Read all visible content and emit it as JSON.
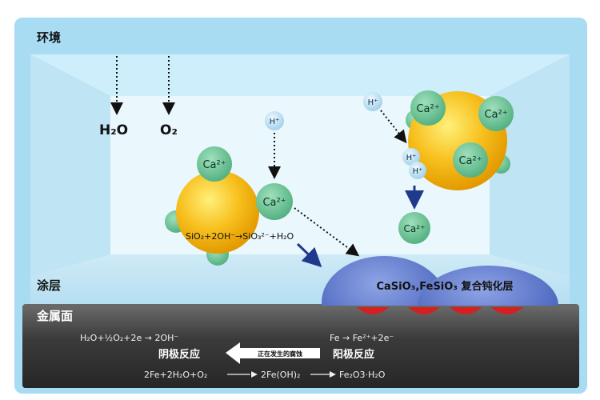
{
  "zones": {
    "environment": "环境",
    "coating": "涂层",
    "metal": "金属面"
  },
  "molecules": {
    "h2o": "H₂O",
    "o2": "O₂"
  },
  "ions": {
    "h_plus": "H⁺",
    "ca2_plus": "Ca²⁺"
  },
  "reactions": {
    "silica": "SiO₂+2OH⁻→SiO₃²⁻+H₂O",
    "passivation_layer": "CaSiO₃,FeSiO₃ 复合钝化层",
    "cathodic_eq": "H₂O+½O₂+2e → 2OH⁻",
    "cathodic_label": "阴极反应",
    "anodic_eq": "Fe → Fe²⁺+2e⁻",
    "anodic_label": "阳极反应",
    "corrosion_label": "正在发生的腐蚀",
    "overall_eq_1": "2Fe+2H₂O+O₂",
    "overall_eq_2": "2Fe(OH)₂",
    "overall_eq_3": "Fe₂O3·H₂O"
  },
  "colors": {
    "frame_blue": "#a8dcf3",
    "room_light": "#e8f6fc",
    "metal_dark": "#3a3a3a",
    "gold": "#f4b400",
    "ion_green": "#5fbf8e",
    "h_ion": "#bfe3f5",
    "passivation_blue": "#5a73c8",
    "red_etch": "#d42020",
    "arrow_navy": "#1f3a8a"
  }
}
